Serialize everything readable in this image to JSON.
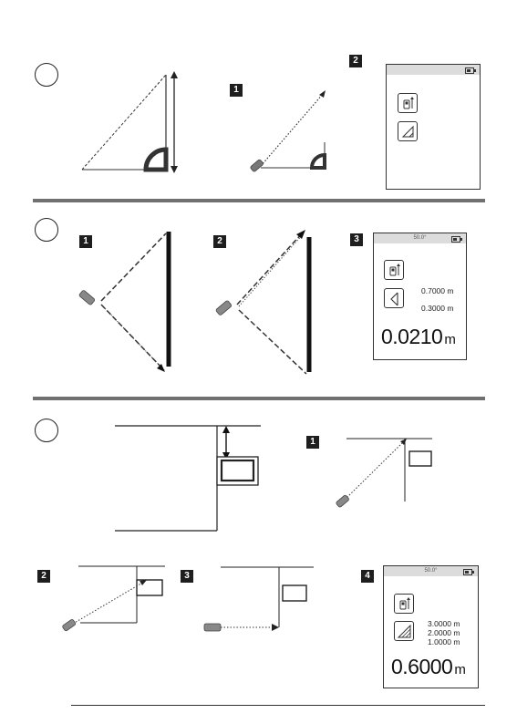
{
  "sections": [
    {
      "id": "height-measurement",
      "steps": [
        "1",
        "2"
      ],
      "screen": {
        "icons": [
          "distance-mode-icon",
          "triangle-height-icon"
        ]
      }
    },
    {
      "id": "indirect-width",
      "steps": [
        "1",
        "2",
        "3"
      ],
      "screen": {
        "status": "50.0°",
        "icons": [
          "distance-mode-icon",
          "angle-triangle-icon"
        ],
        "values": [
          "0.7000 m",
          "0.3000 m"
        ],
        "result": "0.0210",
        "result_unit": "m"
      }
    },
    {
      "id": "trapezoid-height",
      "steps": [
        "1",
        "2",
        "3",
        "4"
      ],
      "screen": {
        "status": "50.0°",
        "icons": [
          "distance-mode-icon",
          "triangle-height-icon"
        ],
        "values": [
          "3.0000 m",
          "2.0000 m",
          "1.0000 m"
        ],
        "result": "0.6000",
        "result_unit": "m"
      }
    }
  ]
}
